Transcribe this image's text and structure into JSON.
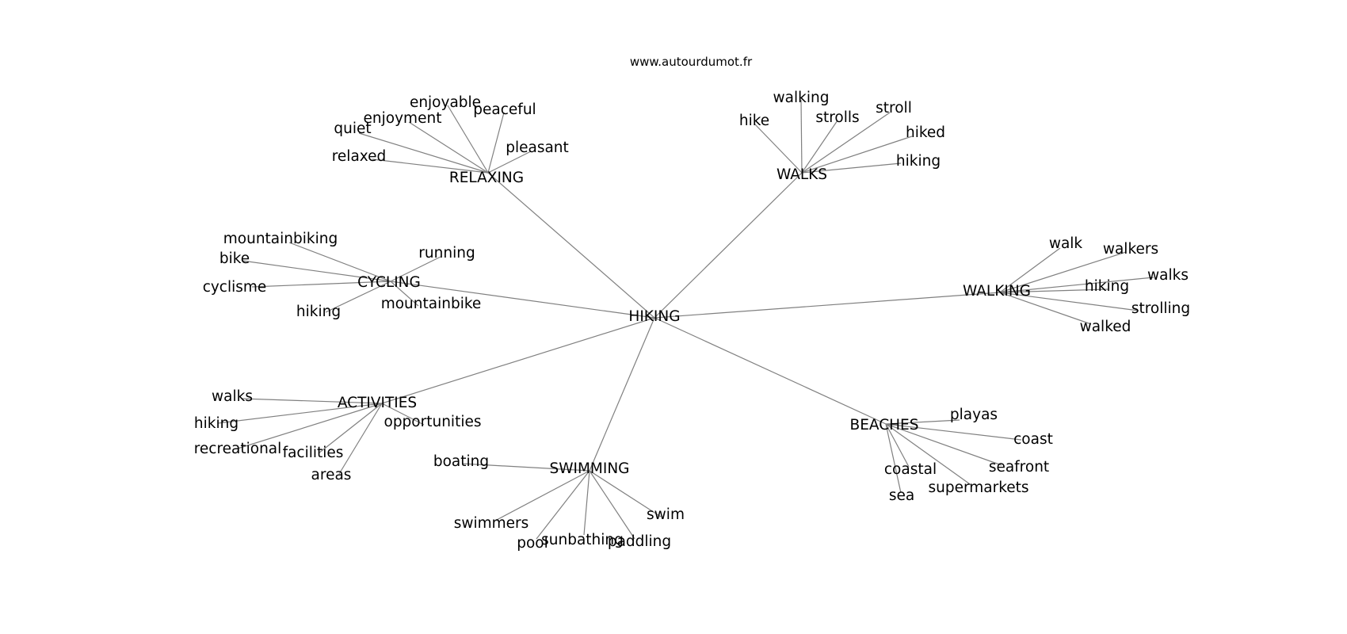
{
  "source": "www.autourdumot.fr",
  "root": "HIKING",
  "groups": [
    {
      "label": "RELAXING",
      "words": [
        "enjoyable",
        "peaceful",
        "enjoyment",
        "quiet",
        "pleasant",
        "relaxed"
      ]
    },
    {
      "label": "WALKS",
      "words": [
        "walking",
        "hike",
        "strolls",
        "stroll",
        "hiked",
        "hiking"
      ]
    },
    {
      "label": "CYCLING",
      "words": [
        "mountainbiking",
        "running",
        "bike",
        "cyclisme",
        "mountainbike",
        "hiking"
      ]
    },
    {
      "label": "WALKING",
      "words": [
        "walk",
        "walkers",
        "walks",
        "hiking",
        "strolling",
        "walked"
      ]
    },
    {
      "label": "ACTIVITIES",
      "words": [
        "walks",
        "opportunities",
        "hiking",
        "recreational",
        "facilities",
        "areas"
      ]
    },
    {
      "label": "BEACHES",
      "words": [
        "playas",
        "coast",
        "seafront",
        "coastal",
        "supermarkets",
        "sea"
      ]
    },
    {
      "label": "SWIMMING",
      "words": [
        "boating",
        "swim",
        "swimmers",
        "paddling",
        "pool",
        "sunbathing"
      ]
    }
  ]
}
